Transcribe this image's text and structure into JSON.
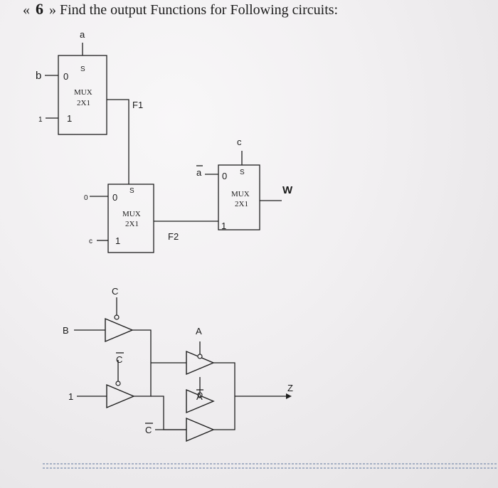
{
  "heading": {
    "prefix": "«",
    "number": "6",
    "suffix": "»",
    "text": "Find the output Functions for Following circuits:"
  },
  "mux1": {
    "title": "MUX",
    "size": "2X1",
    "select": "S",
    "in0": "0",
    "in1": "1",
    "select_signal": "a",
    "in0_signal": "b",
    "in1_signal": "1",
    "output_label": "F1"
  },
  "mux2": {
    "title": "MUX",
    "size": "2X1",
    "select": "S",
    "in0": "0",
    "in1": "1",
    "in0_signal": "0",
    "in1_signal": "c",
    "output_label": "F2"
  },
  "mux3": {
    "title": "MUX",
    "size": "2X1",
    "select": "S",
    "in0": "0",
    "in1": "1",
    "select_signal": "c",
    "in0_signal": "a",
    "output_label": "W"
  },
  "buffers": {
    "b1_input": "B",
    "b1_control": "C",
    "b2_input": "1",
    "b2_control": "C",
    "b3_control": "A",
    "b4_control": "A",
    "b5_control": "C",
    "output": "Z"
  },
  "colors": {
    "ink": "#1e1e1e",
    "separator": "#8e9db8"
  }
}
